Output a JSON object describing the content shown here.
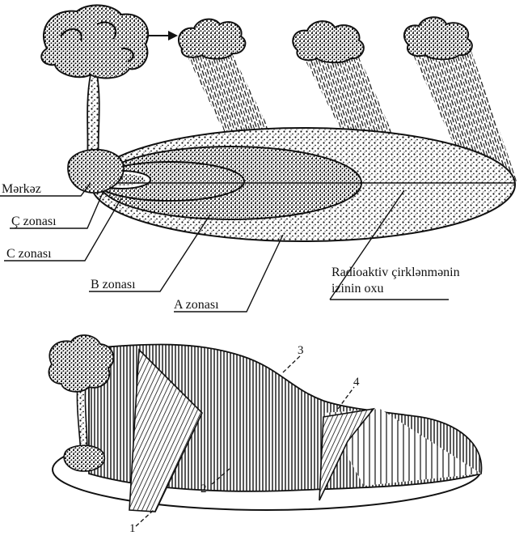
{
  "top_diagram": {
    "labels": {
      "center": "Mərkəz",
      "zone_c_cedilla": "Ç zonası",
      "zone_c": "C zonası",
      "zone_b": "B zonası",
      "zone_a": "A zonası",
      "axis_line1": "Radioaktiv çirklənmənin",
      "axis_line2": "izinin oxu"
    }
  },
  "bottom_diagram": {
    "labels": {
      "n1": "1",
      "n2": "2",
      "n3": "3",
      "n4": "4"
    }
  },
  "colors": {
    "ink": "#111111",
    "paper": "#ffffff"
  },
  "icons": [
    "mushroom-cloud-icon",
    "fallout-cloud-icon"
  ]
}
